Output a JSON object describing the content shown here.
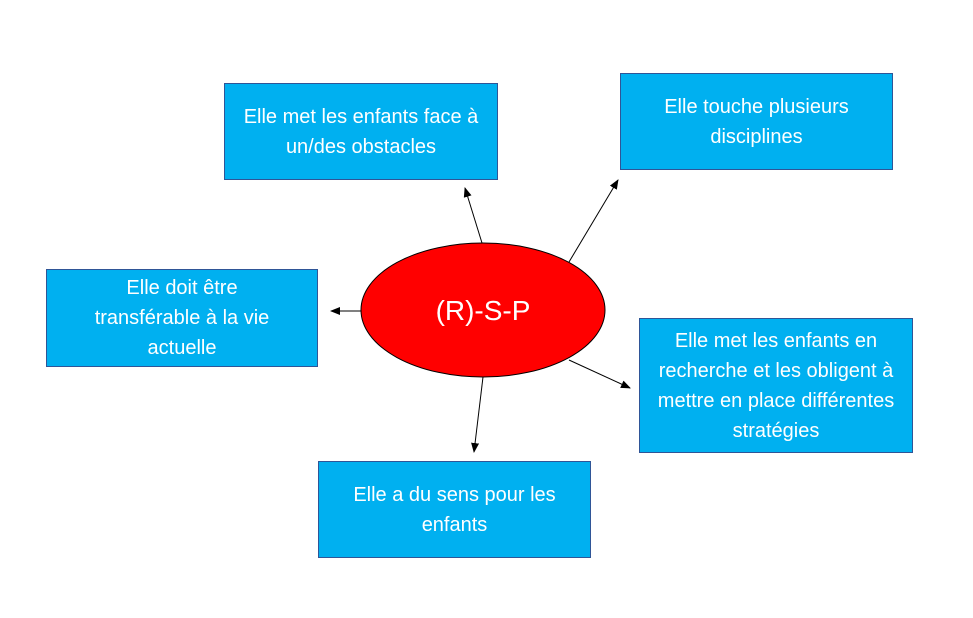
{
  "center": {
    "label": "(R)-S-P",
    "color": "#FF0000"
  },
  "boxes": [
    {
      "text": "Elle met les enfants face à un/des obstacles"
    },
    {
      "text": "Elle touche plusieurs disciplines"
    },
    {
      "text": "Elle doit être transférable à la vie actuelle"
    },
    {
      "text": "Elle met les enfants en recherche et les obligent à mettre en place différentes stratégies"
    },
    {
      "text": "Elle a du sens pour les enfants"
    }
  ],
  "colors": {
    "box": "#00B0F0",
    "box_border": "#2F5597",
    "arrow": "#000000"
  }
}
